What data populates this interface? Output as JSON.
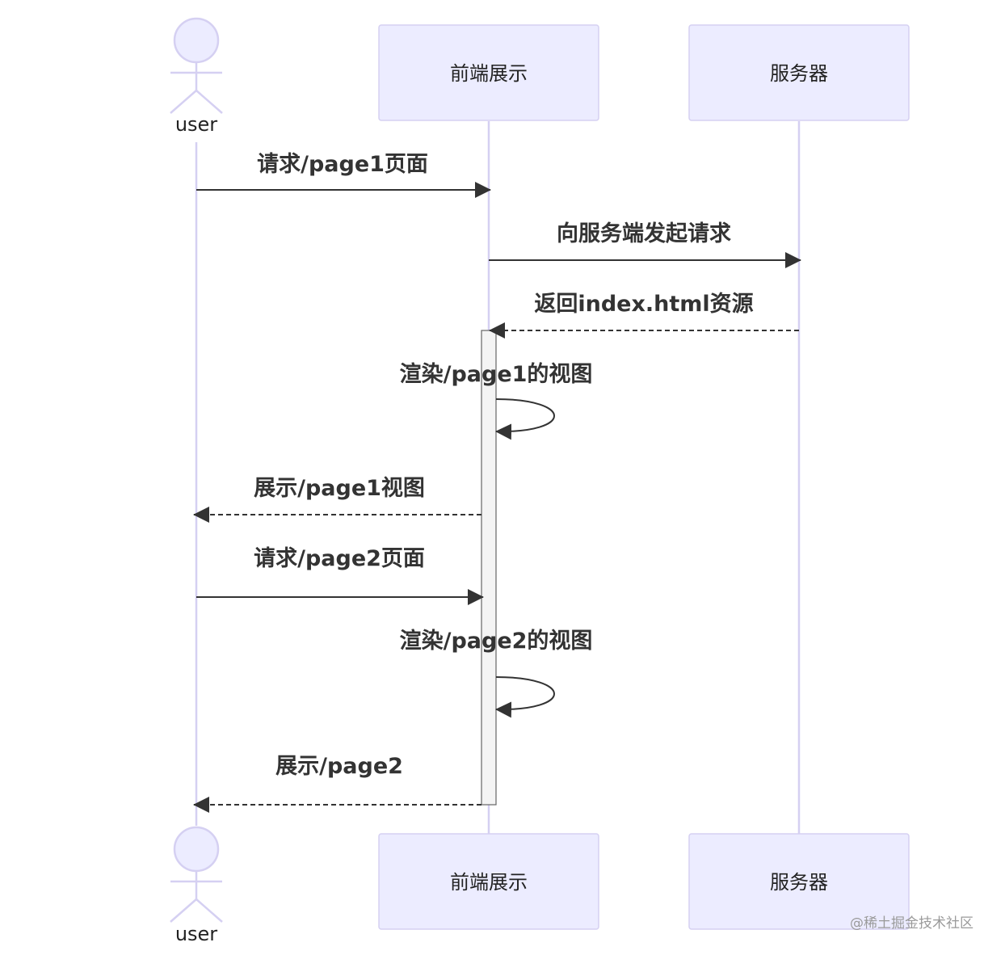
{
  "participants": {
    "user": {
      "label": "user"
    },
    "frontend": {
      "label": "前端展示"
    },
    "server": {
      "label": "服务器"
    }
  },
  "messages": [
    {
      "from": "user",
      "to": "frontend",
      "text": "请求/page1页面",
      "style": "solid"
    },
    {
      "from": "frontend",
      "to": "server",
      "text": "向服务端发起请求",
      "style": "solid"
    },
    {
      "from": "server",
      "to": "frontend",
      "text": "返回index.html资源",
      "style": "dashed"
    },
    {
      "from": "frontend",
      "to": "frontend",
      "text": "渲染/page1的视图",
      "style": "solid"
    },
    {
      "from": "frontend",
      "to": "user",
      "text": "展示/page1视图",
      "style": "dashed"
    },
    {
      "from": "user",
      "to": "frontend",
      "text": "请求/page2页面",
      "style": "solid"
    },
    {
      "from": "frontend",
      "to": "frontend",
      "text": "渲染/page2的视图",
      "style": "solid"
    },
    {
      "from": "frontend",
      "to": "user",
      "text": "展示/page2",
      "style": "dashed"
    }
  ],
  "watermark": "@稀土掘金技术社区",
  "colors": {
    "actor_fill": "#ececff",
    "actor_stroke": "#d5d0f2",
    "message_line": "#333333",
    "activation_fill": "#f4f4f4"
  }
}
